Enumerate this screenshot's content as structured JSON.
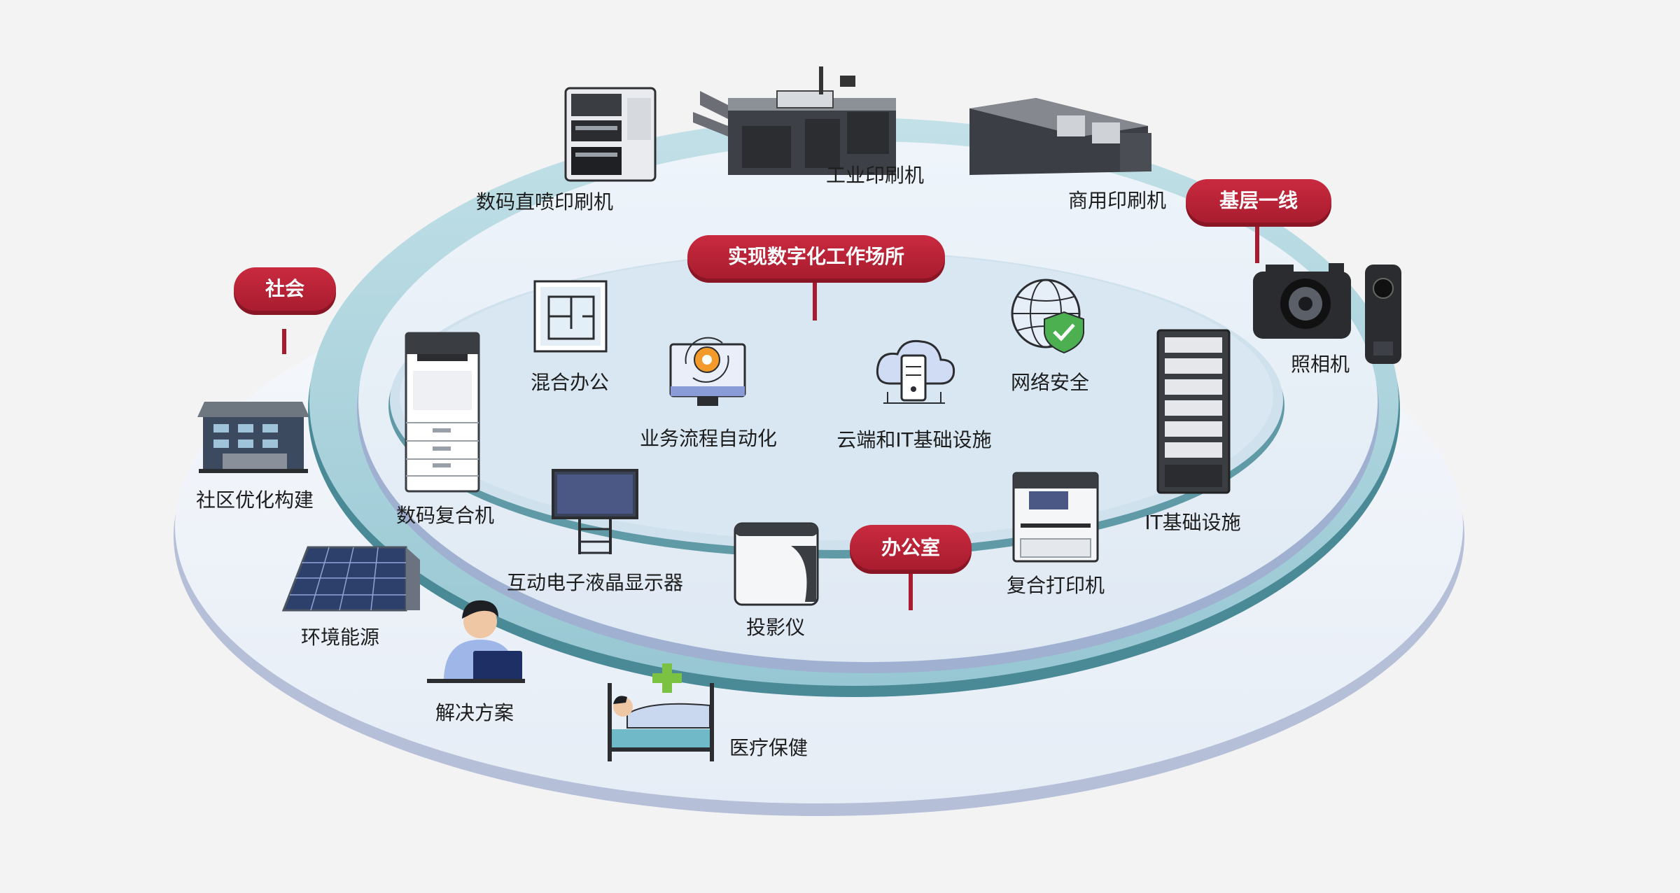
{
  "layers": {
    "society": "社会",
    "frontline": "基层一线",
    "workplace": "实现数字化工作场所",
    "office": "办公室"
  },
  "items": {
    "inkjet_press": "数码直喷印刷机",
    "industrial_press": "工业印刷机",
    "commercial_press": "商用印刷机",
    "camera": "照相机",
    "community": "社区优化构建",
    "energy": "环境能源",
    "solutions": "解决方案",
    "healthcare": "医疗保健",
    "hybrid_work": "混合办公",
    "process_automation": "业务流程自动化",
    "cloud_it": "云端和IT基础设施",
    "network_security": "网络安全",
    "mfp": "数码复合机",
    "it_infra": "IT基础设施",
    "lcd_display": "互动电子液晶显示器",
    "projector": "投影仪",
    "mf_printer": "复合打印机"
  },
  "colors": {
    "label_red": "#b82134",
    "outer_ring": "#e3ebf4",
    "middle_ring": "#a9d2dc",
    "inner_ring": "#e9f1f8",
    "center": "#d3e4ef"
  }
}
